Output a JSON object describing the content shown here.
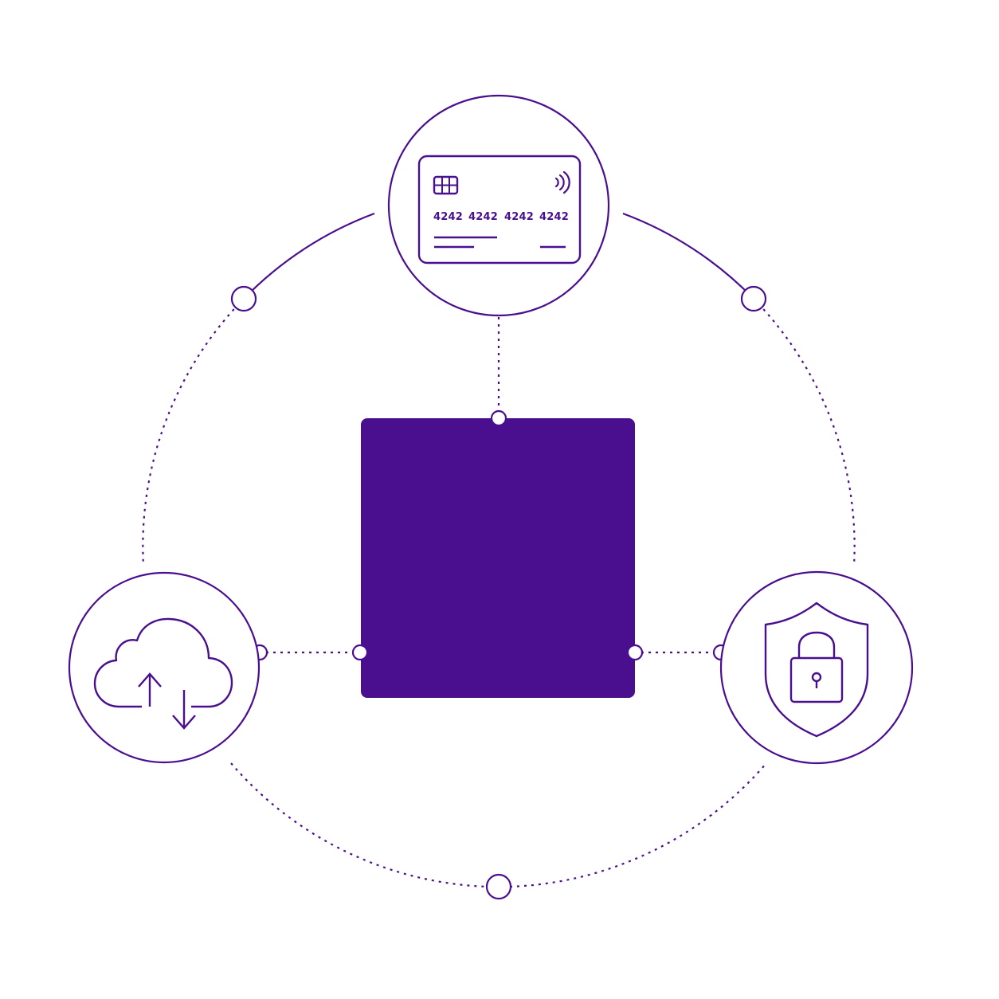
{
  "colors": {
    "accent": "#4a0f8f",
    "center_fill": "#4a0f8f",
    "node_fill": "#ffffff",
    "background": "#ffffff"
  },
  "nodes": {
    "top": {
      "icon": "credit-card-icon",
      "card_numbers": [
        "4242",
        "4242",
        "4242",
        "4242"
      ]
    },
    "left": {
      "icon": "cloud-sync-icon"
    },
    "right": {
      "icon": "shield-lock-icon"
    }
  },
  "center": {
    "icon": "core-block"
  }
}
